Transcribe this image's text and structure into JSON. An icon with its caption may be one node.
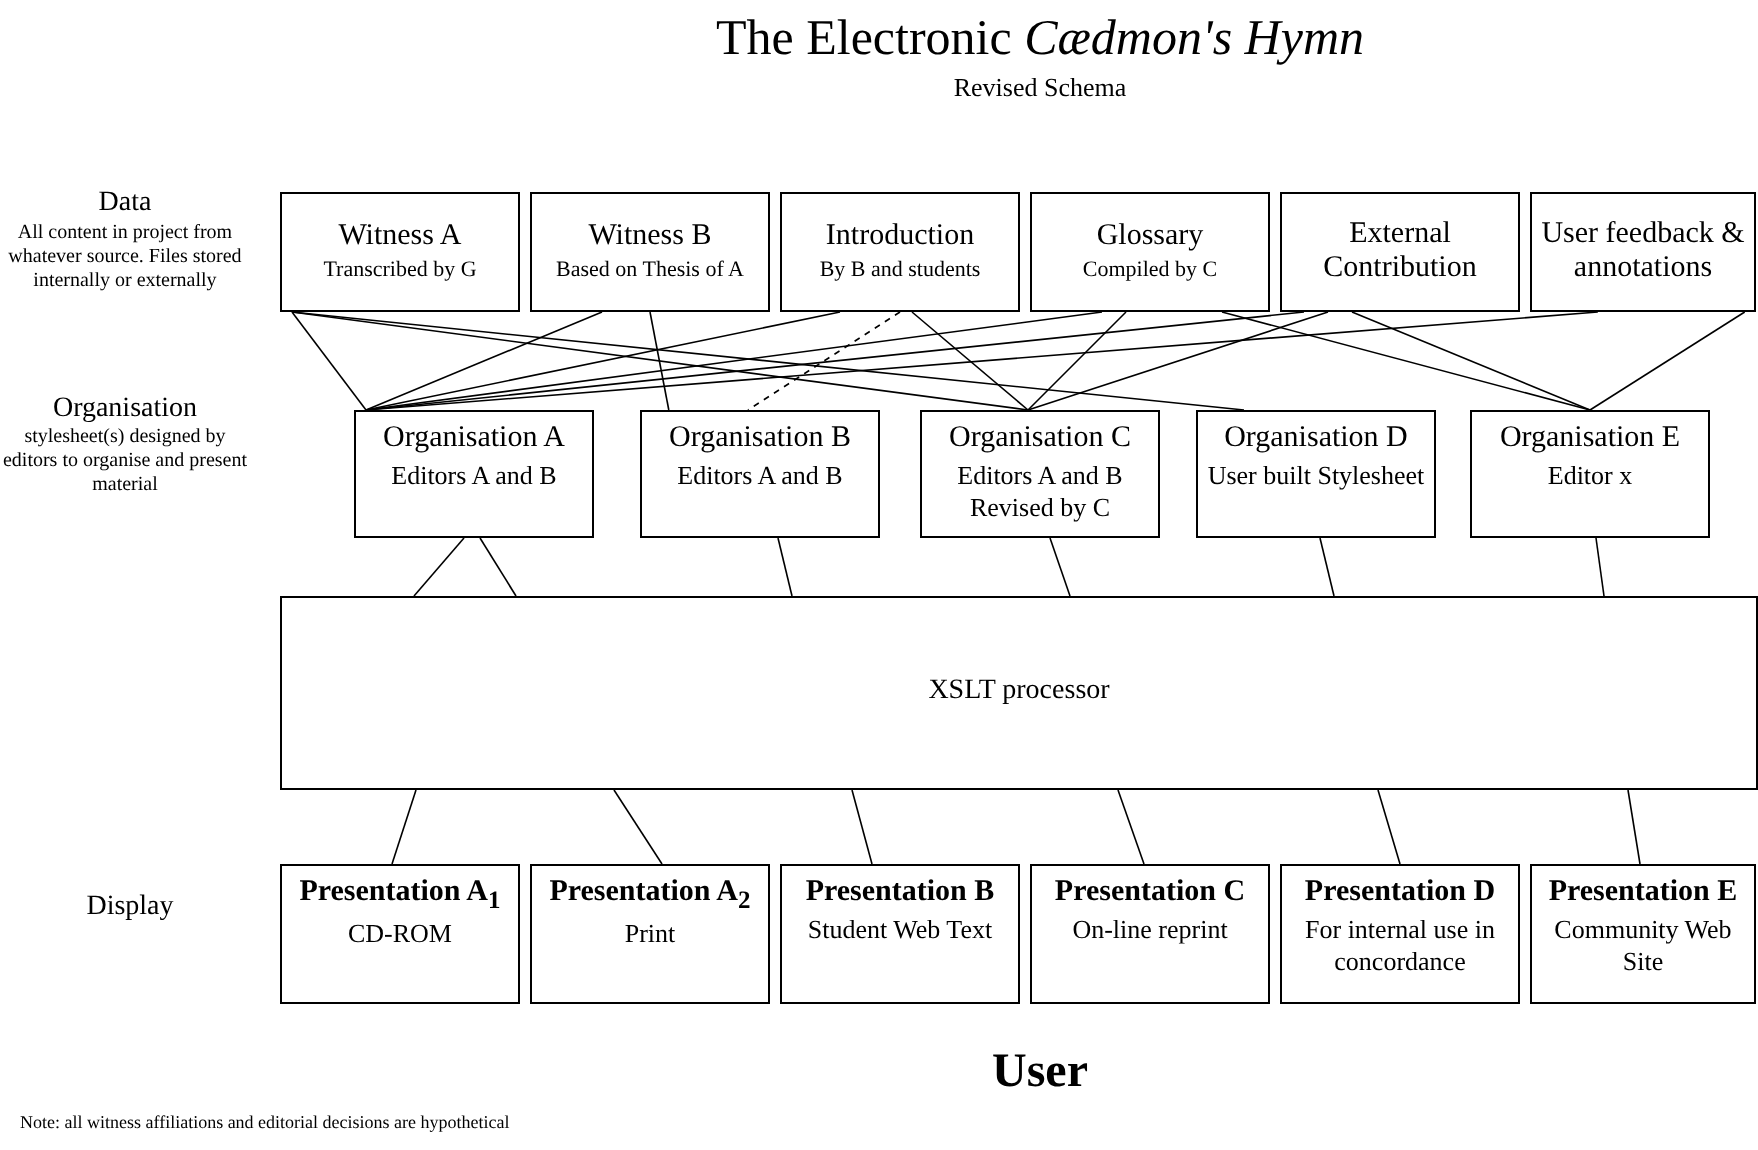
{
  "diagram": {
    "title": "The Electronic *Cædmon's Hymn*",
    "nodes": [
      {
        "text": [
          "Witness A",
          "Transcribed by G"
        ]
      },
      {
        "text": [
          "Witness B",
          "Based on Thesis of A"
        ]
      },
      {
        "text": [
          "Introduction",
          "By B and students"
        ]
      },
      {
        "text": [
          "Glossary",
          "Compiled by C"
        ]
      },
      {
        "text": [
          "External Contribution"
        ]
      },
      {
        "text": [
          "User feedback & annotations"
        ]
      },
      {
        "text": [
          "Organisation A",
          "Editors A and B"
        ]
      },
      {
        "text": [
          "Organisation B",
          "Editors A and B"
        ]
      },
      {
        "text": [
          "Organisation C",
          "Editors A and B Revised by C"
        ]
      },
      {
        "text": [
          "Organisation D",
          "User built Stylesheet"
        ]
      },
      {
        "text": [
          "Organisation E",
          "Editor x"
        ]
      },
      {
        "text": [
          "XSLT processor"
        ]
      },
      {
        "text": [
          "Presentation A$_{1}$",
          "CD-ROM"
        ]
      },
      {
        "text": [
          "Presentation A$_{2}$",
          "Print"
        ]
      },
      {
        "text": [
          "Presentation B",
          "Student Web Text"
        ]
      },
      {
        "text": [
          "Presentation C",
          "On-line reprint"
        ]
      },
      {
        "text": [
          "Presentation D",
          "For internal use in concordance"
        ]
      },
      {
        "text": [
          "Presentation E",
          "Community Web Site"
        ]
      }
    ],
    "edges": [
      {
        "from": 0,
        "to": 6,
        "arrow": "none"
      },
      {
        "from": 1,
        "to": 6,
        "arrow": "none"
      },
      {
        "from": 2,
        "to": 6,
        "arrow": "none"
      },
      {
        "from": 3,
        "to": 6,
        "arrow": "none"
      },
      {
        "from": 4,
        "to": 6,
        "arrow": "none"
      },
      {
        "from": 5,
        "to": 6,
        "arrow": "none"
      },
      {
        "from": 1,
        "to": 7,
        "arrow": "none"
      },
      {
        "from": 2,
        "to": 7,
        "arrow": "none",
        "style": "dashed"
      },
      {
        "from": 0,
        "to": 8,
        "arrow": "none"
      },
      {
        "from": 2,
        "to": 8,
        "arrow": "none"
      },
      {
        "from": 3,
        "to": 8,
        "arrow": "none"
      },
      {
        "from": 4,
        "to": 8,
        "arrow": "none"
      },
      {
        "from": 0,
        "to": 9,
        "arrow": "none"
      },
      {
        "from": 3,
        "to": 10,
        "arrow": "none"
      },
      {
        "from": 4,
        "to": 10,
        "arrow": "none"
      },
      {
        "from": 5,
        "to": 10,
        "arrow": "none"
      },
      {
        "from": 6,
        "to": 11,
        "arrow": "none"
      },
      {
        "from": 6,
        "to": 11,
        "arrow": "none"
      },
      {
        "from": 7,
        "to": 11,
        "arrow": "none"
      },
      {
        "from": 8,
        "to": 11,
        "arrow": "none"
      },
      {
        "from": 9,
        "to": 11,
        "arrow": "none"
      },
      {
        "from": 10,
        "to": 11,
        "arrow": "none"
      },
      {
        "from": 11,
        "to": 12,
        "arrow": "none"
      },
      {
        "from": 11,
        "to": 13,
        "arrow": "none"
      },
      {
        "from": 11,
        "to": 14,
        "arrow": "none"
      },
      {
        "from": 11,
        "to": 15,
        "arrow": "none"
      },
      {
        "from": 11,
        "to": 16,
        "arrow": "none"
      },
      {
        "from": 11,
        "to": 17,
        "arrow": "none"
      }
    ],
    "labels": [
      "Revised Schema",
      "Data",
      "All content in project from whatever source. Files stored internally or externally",
      "Organisation",
      "stylesheet(s) designed by editors to organise and present material",
      "Display",
      "User",
      "Note: all witness affiliations and editorial decisions are hypothetical"
    ]
  }
}
